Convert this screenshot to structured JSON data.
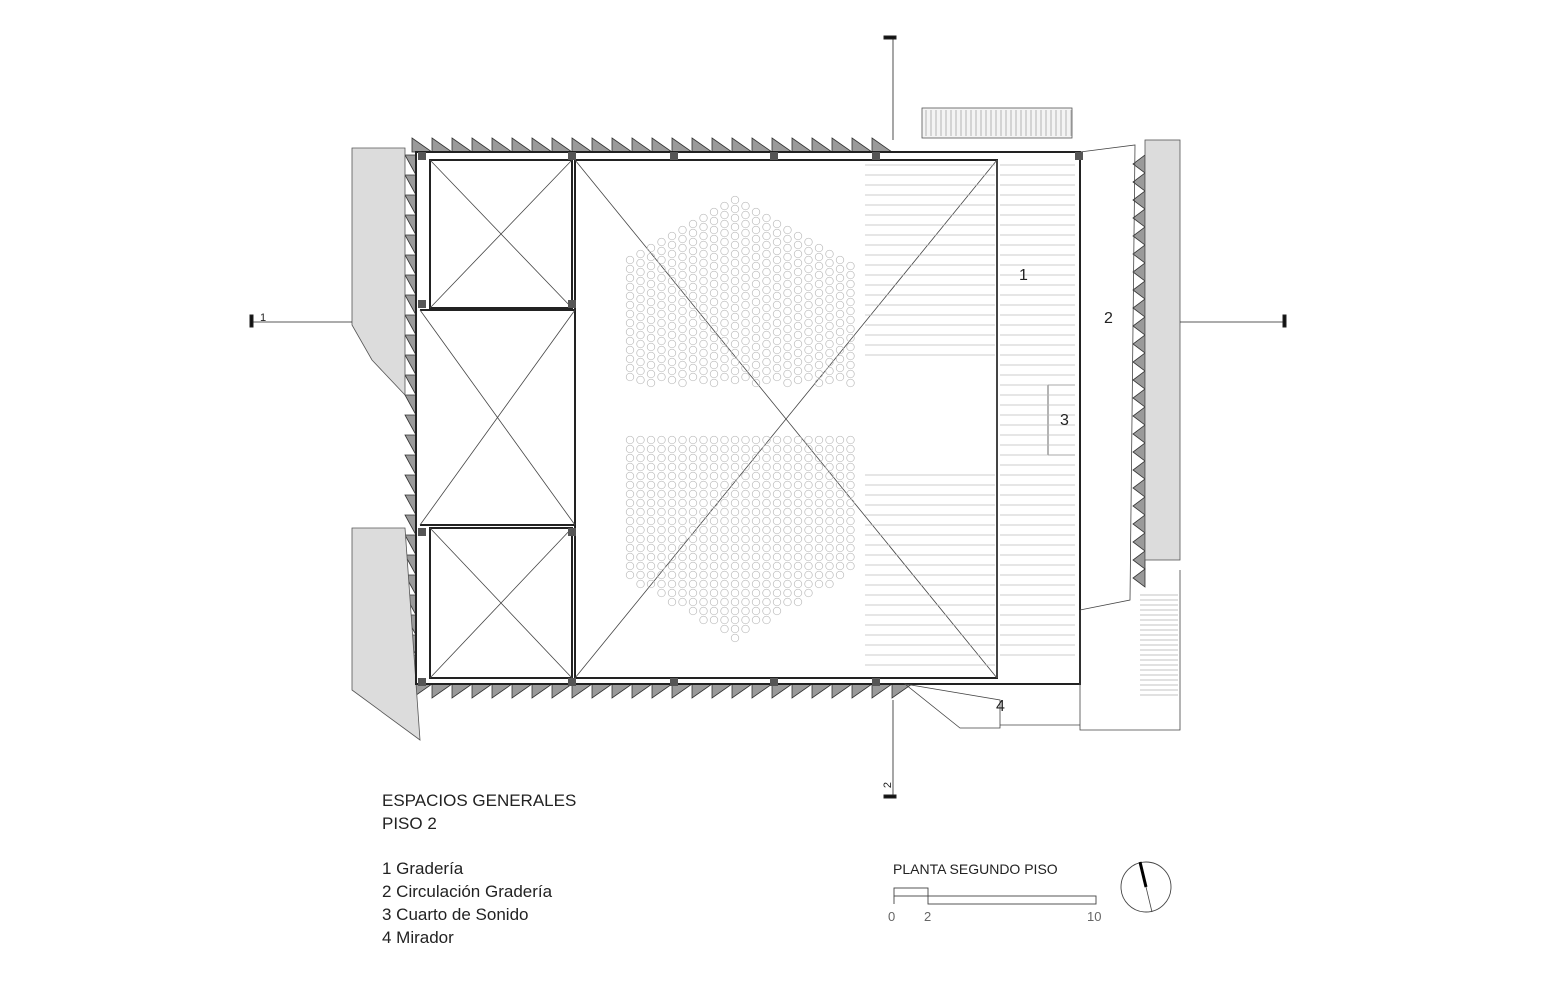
{
  "title": {
    "line1": "ESPACIOS GENERALES",
    "line2": "PISO 2"
  },
  "legend": [
    {
      "label": "1 Gradería"
    },
    {
      "label": "2 Circulación Gradería"
    },
    {
      "label": "3 Cuarto de Sonido"
    },
    {
      "label": "4 Mirador"
    }
  ],
  "room_labels": {
    "r1": "1",
    "r2": "2",
    "r3": "3",
    "r4": "4"
  },
  "section_marks": {
    "s1": "1",
    "s2": "2"
  },
  "scale": {
    "title": "PLANTA SEGUNDO PISO",
    "t0": "0",
    "t2": "2",
    "t10": "10"
  },
  "colors": {
    "line": "#222222",
    "fill": "#dcdcdc",
    "saw": "#9a9a9a"
  }
}
